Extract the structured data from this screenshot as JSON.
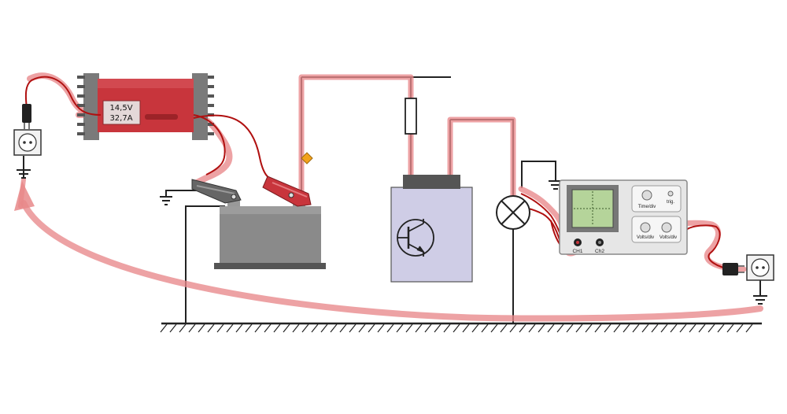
{
  "charger": {
    "voltage": "14,5V",
    "current": "32,7A"
  },
  "oscilloscope": {
    "time_label": "Time/div",
    "trig_label": "trig.",
    "volts1_label": "Volts/div",
    "volts2_label": "Volts/div",
    "ch1_label": "CH1",
    "ch2_label": "Ch2"
  },
  "colors": {
    "charger_red": "#c8353c",
    "cable_red": "#b01010",
    "highlight_path": "#e8888a",
    "battery_grey": "#8a8a8a",
    "module_fill": "#cfcde6",
    "scope_screen": "#b5d49a",
    "fuse_marker": "#f2a21b"
  },
  "icons": [
    "ground-symbol-icon",
    "wall-socket-icon",
    "power-plug-icon",
    "transistor-icon",
    "lamp-icon",
    "fuse-icon",
    "alligator-clip-icon"
  ]
}
